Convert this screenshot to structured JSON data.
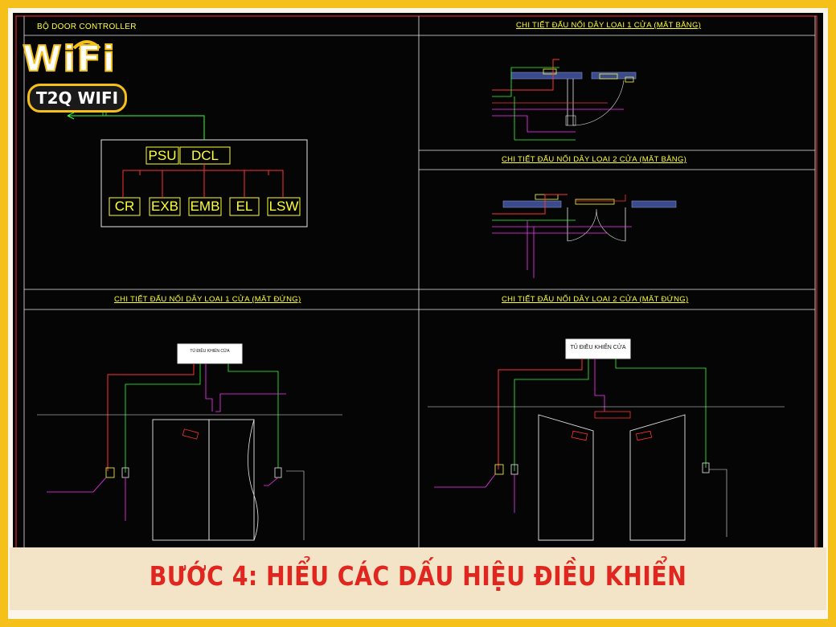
{
  "header": {
    "top_left_label": "BỘ DOOR CONTROLLER"
  },
  "logo": {
    "wifi": "WiFi",
    "brand": "T2Q WIFI"
  },
  "panels": {
    "plan_1_door": "CHI TIẾT ĐẤU NỐI DÂY LOẠI 1 CỬA (MẶT BẰNG)",
    "plan_2_door": "CHI TIẾT ĐẤU NỐI DÂY LOẠI 2 CỬA (MẶT BẰNG)",
    "elev_1_door": "CHI TIẾT ĐẤU NỐI DÂY LOẠI 1 CỬA (MẶT ĐỨNG)",
    "elev_2_door": "CHI TIẾT ĐẤU NỐI DÂY LOẠI 2 CỬA (MẶT ĐỨNG)"
  },
  "controller_block": {
    "top": [
      "PSU",
      "DCL"
    ],
    "bottom": [
      "CR",
      "EXB",
      "EMB",
      "EL",
      "LSW"
    ]
  },
  "elevation_boxes": {
    "left": "TỦ ĐIỀU KHIỂN CỬA",
    "right": "TỦ ĐIỀU KHIỂN CỬA"
  },
  "colors": {
    "frame": "#f5c01a",
    "cad_bg": "#050505",
    "line_white": "#e8e8e8",
    "line_green": "#33ff33",
    "line_red": "#ff3333",
    "line_magenta": "#ff33ff",
    "text_yellow": "#ffff33",
    "banner_text": "#e0261f"
  },
  "banner": {
    "title": "BƯỚC 4: HIỂU CÁC DẤU HIỆU ĐIỀU KHIỂN"
  }
}
